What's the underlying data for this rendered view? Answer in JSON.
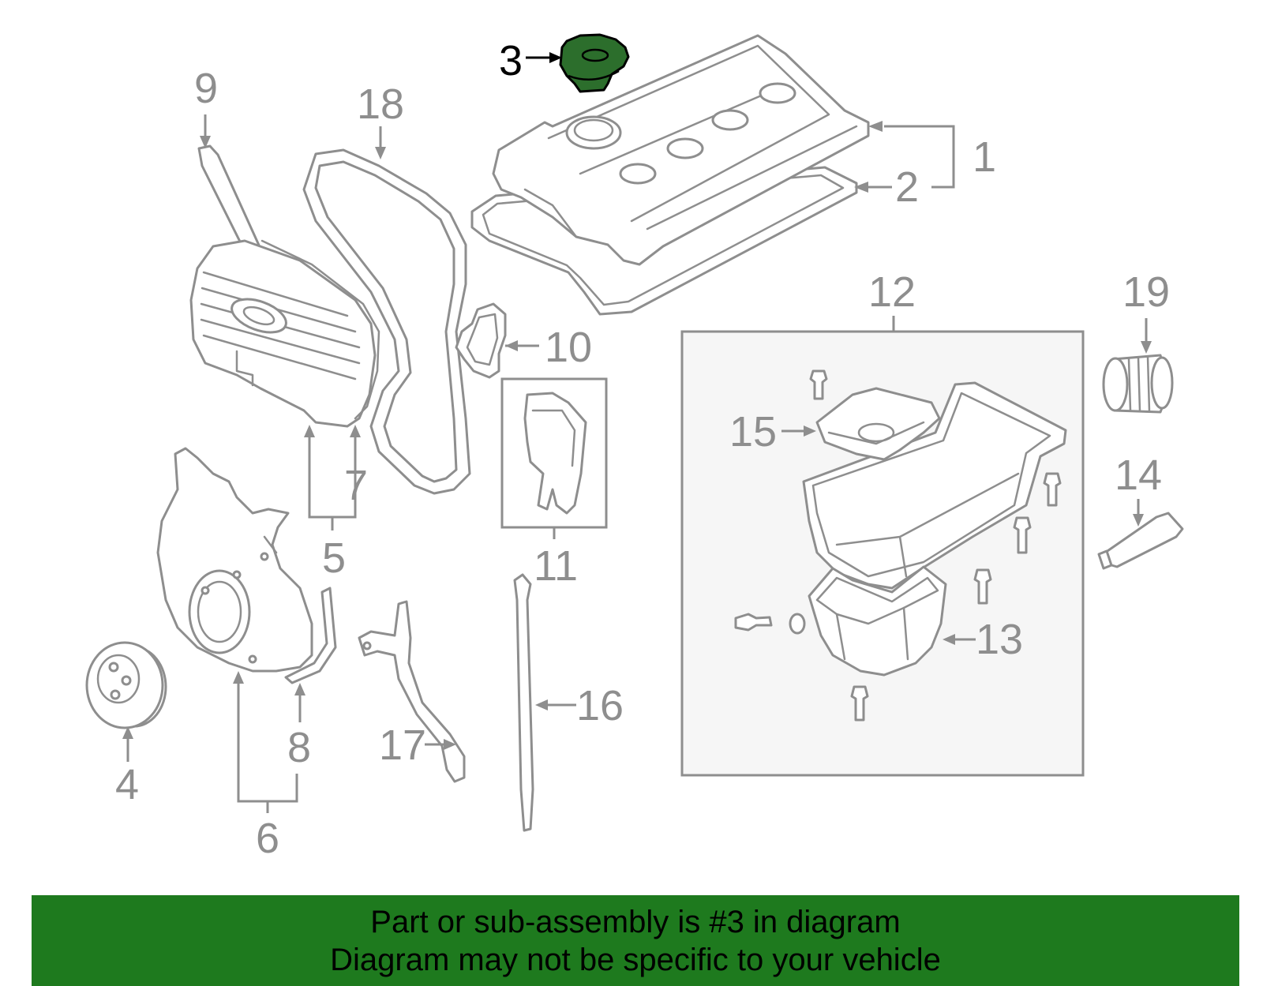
{
  "callouts": {
    "c1": "1",
    "c2": "2",
    "c3": "3",
    "c4": "4",
    "c5": "5",
    "c6": "6",
    "c7": "7",
    "c8": "8",
    "c9": "9",
    "c10": "10",
    "c11": "11",
    "c12": "12",
    "c13": "13",
    "c14": "14",
    "c15": "15",
    "c16": "16",
    "c17": "17",
    "c18": "18",
    "c19": "19"
  },
  "highlighted_part": "3",
  "banner": {
    "line1": "Part or sub-assembly is #3 in diagram",
    "line2": "Diagram may not be specific to your vehicle"
  },
  "colors": {
    "highlight_fill": "#2c6e2c",
    "banner_background": "#1e7a1e",
    "line_art": "#8e8e8e"
  }
}
